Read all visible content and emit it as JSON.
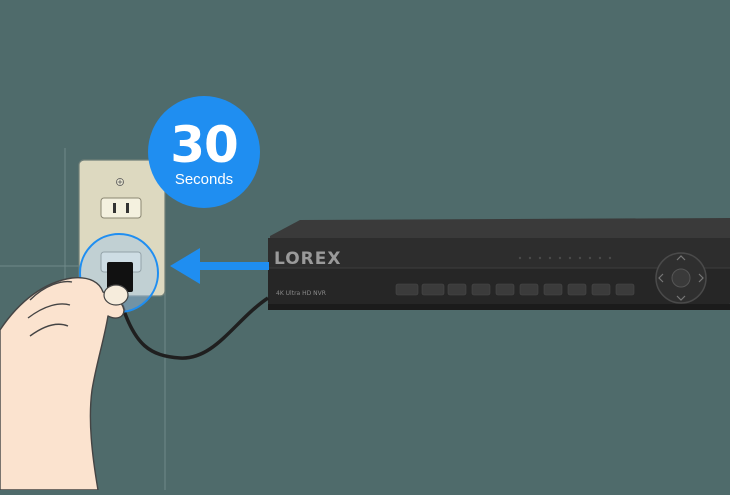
{
  "timer": {
    "number": "30",
    "unit": "Seconds"
  },
  "nvr": {
    "brand": "LOREX",
    "model": "4K Ultra HD NVR"
  },
  "colors": {
    "background": "#4f6b6b",
    "accent_blue": "#1f8ef1",
    "outlet_plate": "#ddd9c0",
    "nvr_body": "#2a2a2a",
    "skin": "#fbe3cf"
  }
}
